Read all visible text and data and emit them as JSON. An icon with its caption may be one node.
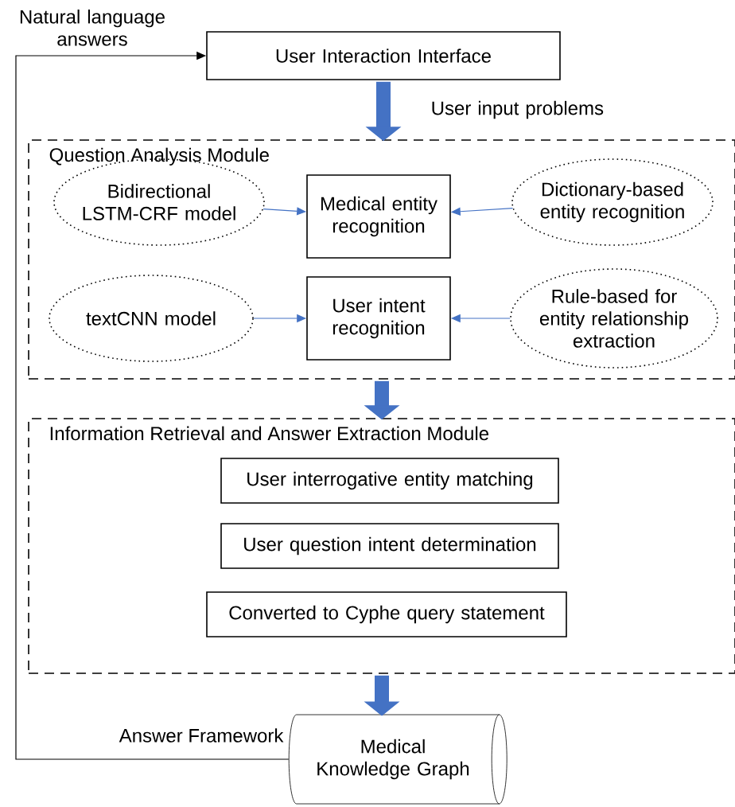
{
  "diagram": {
    "nodes": [
      {
        "text": [
          "User Interaction Interface"
        ]
      },
      {
        "text": [
          "Question Analysis Module"
        ]
      },
      {
        "text": [
          "Bidirectional LSTM-CRF model"
        ],
        "in": 1
      },
      {
        "text": [
          "Medical entity recognition"
        ],
        "in": 1
      },
      {
        "text": [
          "Dictionary-based entity recognition"
        ],
        "in": 1
      },
      {
        "text": [
          "textCNN model"
        ],
        "in": 1
      },
      {
        "text": [
          "User intent recognition"
        ],
        "in": 1
      },
      {
        "text": [
          "Rule-based for entity relationship extraction"
        ],
        "in": 1
      },
      {
        "text": [
          "Information Retrieval and Answer Extraction Module"
        ]
      },
      {
        "text": [
          "User interrogative entity matching"
        ],
        "in": 8
      },
      {
        "text": [
          "User question intent determination"
        ],
        "in": 8
      },
      {
        "text": [
          "Converted to Cyphe query statement"
        ],
        "in": 8
      },
      {
        "text": [
          "Medical Knowledge Graph"
        ],
        "beside": [
          "Answer Framework"
        ]
      }
    ],
    "edges": [
      {
        "from": 0,
        "to": 1,
        "arrow": "to",
        "label": "User input problems",
        "style": "thick",
        "color": "#4472c4"
      },
      {
        "from": 2,
        "to": 3,
        "arrow": "to",
        "color": "#4472c4"
      },
      {
        "from": 4,
        "to": 3,
        "arrow": "to",
        "color": "#4472c4"
      },
      {
        "from": 5,
        "to": 6,
        "arrow": "to",
        "color": "#4472c4"
      },
      {
        "from": 7,
        "to": 6,
        "arrow": "to",
        "color": "#4472c4"
      },
      {
        "from": 1,
        "to": 8,
        "arrow": "to",
        "style": "thick",
        "color": "#4472c4"
      },
      {
        "from": 8,
        "to": 12,
        "arrow": "to",
        "style": "thick",
        "color": "#4472c4"
      },
      {
        "from": 12,
        "to": 0,
        "arrow": "to",
        "label": "Natural language answers",
        "color": "#000000"
      }
    ]
  }
}
